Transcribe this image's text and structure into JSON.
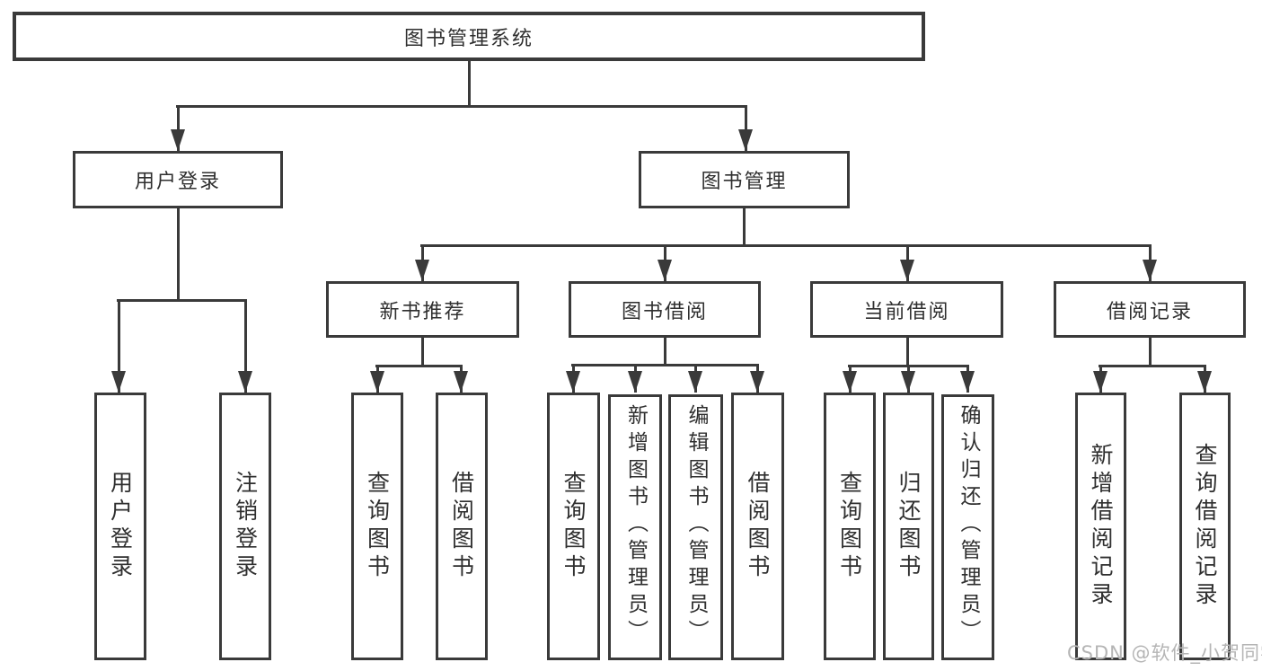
{
  "tree": {
    "root": {
      "label": "图书管理系统",
      "children": [
        {
          "label": "用户登录",
          "children": [
            {
              "label": "用户登录"
            },
            {
              "label": "注销登录"
            }
          ]
        },
        {
          "label": "图书管理",
          "children": [
            {
              "label": "新书推荐",
              "children": [
                {
                  "label": "查询图书"
                },
                {
                  "label": "借阅图书"
                }
              ]
            },
            {
              "label": "图书借阅",
              "children": [
                {
                  "label": "查询图书"
                },
                {
                  "label": "新增图书（管理员）"
                },
                {
                  "label": "编辑图书（管理员）"
                },
                {
                  "label": "借阅图书"
                }
              ]
            },
            {
              "label": "当前借阅",
              "children": [
                {
                  "label": "查询图书"
                },
                {
                  "label": "归还图书"
                },
                {
                  "label": "确认归还（管理员）"
                }
              ]
            },
            {
              "label": "借阅记录",
              "children": [
                {
                  "label": "新增借阅记录"
                },
                {
                  "label": "查询借阅记录"
                }
              ]
            }
          ]
        }
      ]
    }
  },
  "watermark": "CSDN @软件_小贺同学",
  "colors": {
    "line": "#3a3a3a",
    "text": "#2f2f2f",
    "watermark": "#b5b5b5",
    "background": "#ffffff"
  }
}
